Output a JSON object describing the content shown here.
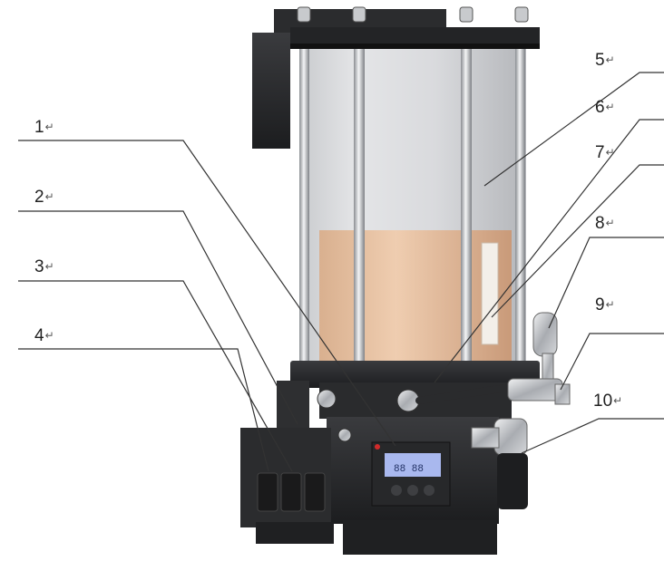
{
  "diagram": {
    "labels": [
      {
        "id": "1",
        "text": "1"
      },
      {
        "id": "2",
        "text": "2"
      },
      {
        "id": "3",
        "text": "3"
      },
      {
        "id": "4",
        "text": "4"
      },
      {
        "id": "5",
        "text": "5"
      },
      {
        "id": "6",
        "text": "6"
      },
      {
        "id": "7",
        "text": "7"
      },
      {
        "id": "8",
        "text": "8"
      },
      {
        "id": "9",
        "text": "9"
      },
      {
        "id": "10",
        "text": "10"
      }
    ],
    "return_mark": "↵",
    "display_readout": "88 88"
  }
}
